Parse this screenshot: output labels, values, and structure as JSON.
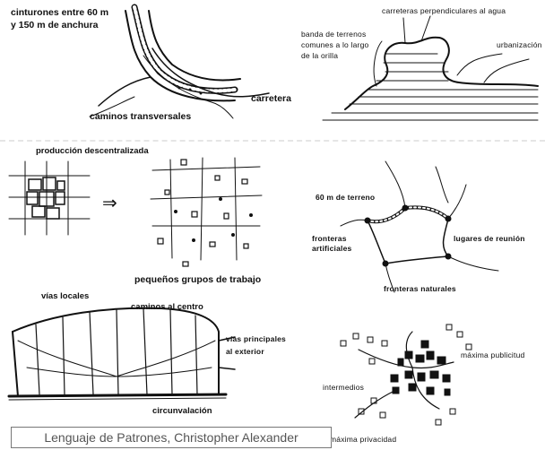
{
  "panel1": {
    "label_widths_1": "cinturones entre 60 m",
    "label_widths_2": "y 150 m de anchura",
    "label_road": "carretera",
    "label_transversal": "caminos transversales"
  },
  "panel2": {
    "label_perpendicular": "carreteras perpendiculares al agua",
    "label_band_1": "banda de terrenos",
    "label_band_2": "comunes a lo largo",
    "label_band_3": "de la orilla",
    "label_urban": "urbanización"
  },
  "panel3": {
    "label_decentral": "producción descentralizada",
    "label_groups": "pequeños grupos de trabajo",
    "arrow_glyph": "⇒"
  },
  "panel4": {
    "label_60m": "60 m de terreno",
    "label_meeting": "lugares de reunión",
    "label_artificial_1": "fronteras",
    "label_artificial_2": "artificiales",
    "label_natural": "fronteras naturales"
  },
  "panel5": {
    "label_local": "vías locales",
    "label_center": "caminos al centro",
    "label_main_1": "vías principales",
    "label_main_2": "al exterior",
    "label_ring": "circunvalación"
  },
  "panel6": {
    "label_public": "máxima publicitud",
    "label_intermediate": "intermedios",
    "label_private": "máxima privacidad"
  },
  "caption": "Lenguaje de Patrones, Christopher Alexander"
}
